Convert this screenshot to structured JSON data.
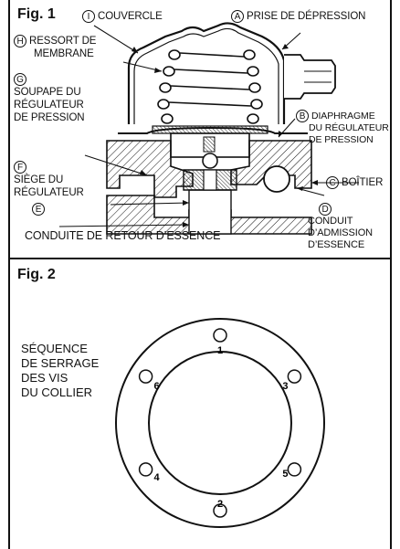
{
  "fig1": {
    "title": "Fig. 1",
    "labels": {
      "I": {
        "letter": "I",
        "lines": [
          "COUVERCLE"
        ]
      },
      "A": {
        "letter": "A",
        "lines": [
          "PRISE DE DÉPRESSION"
        ]
      },
      "H": {
        "letter": "H",
        "lines": [
          "RESSORT DE",
          "MEMBRANE"
        ]
      },
      "G": {
        "letter": "G",
        "lines": [
          "SOUPAPE DU",
          "RÉGULATEUR",
          "DE PRESSION"
        ]
      },
      "B": {
        "letter": "B",
        "lines": [
          "DIAPHRAGME",
          "DU RÉGULATEUR",
          "DE PRESSION"
        ]
      },
      "F": {
        "letter": "F",
        "lines": [
          "SIÈGE DU",
          "RÉGULATEUR"
        ]
      },
      "C": {
        "letter": "C",
        "lines": [
          "BOÎTIER"
        ]
      },
      "D": {
        "letter": "D",
        "lines": [
          "CONDUIT",
          "D’ADMISSION",
          "D’ESSENCE"
        ]
      },
      "E": {
        "letter": "E",
        "lines": [
          "CONDUITE DE RETOUR D’ESSENCE"
        ]
      }
    }
  },
  "fig2": {
    "title": "Fig. 2",
    "sequence_label": [
      "SÉQUENCE",
      "DE SERRAGE",
      "DES VIS",
      "DU COLLIER"
    ],
    "holes": [
      "1",
      "2",
      "3",
      "4",
      "5",
      "6"
    ]
  }
}
